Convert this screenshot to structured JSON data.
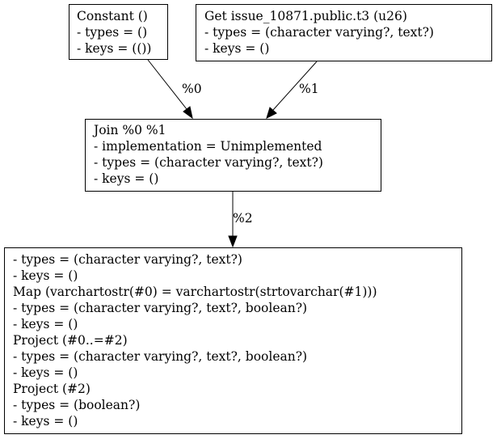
{
  "nodes": [
    {
      "id": "constant",
      "lines": [
        "Constant ()",
        "- types = ()",
        "- keys = (())"
      ]
    },
    {
      "id": "get",
      "lines": [
        "Get issue_10871.public.t3 (u26)",
        "- types = (character varying?, text?)",
        "- keys = ()"
      ]
    },
    {
      "id": "join",
      "lines": [
        "Join %0 %1",
        "- implementation = Unimplemented",
        "- types = (character varying?, text?)",
        "- keys = ()"
      ]
    },
    {
      "id": "map-project",
      "lines": [
        "- types = (character varying?, text?)",
        "- keys = ()",
        "Map (varchartostr(#0) = varchartostr(strtovarchar(#1)))",
        "- types = (character varying?, text?, boolean?)",
        "- keys = ()",
        "Project (#0..=#2)",
        "- types = (character varying?, text?, boolean?)",
        "- keys = ()",
        "Project (#2)",
        "- types = (boolean?)",
        "- keys = ()"
      ]
    }
  ],
  "edges": [
    {
      "from": "constant",
      "to": "join",
      "label": "%0"
    },
    {
      "from": "get",
      "to": "join",
      "label": "%1"
    },
    {
      "from": "join",
      "to": "map-project",
      "label": "%2"
    }
  ]
}
